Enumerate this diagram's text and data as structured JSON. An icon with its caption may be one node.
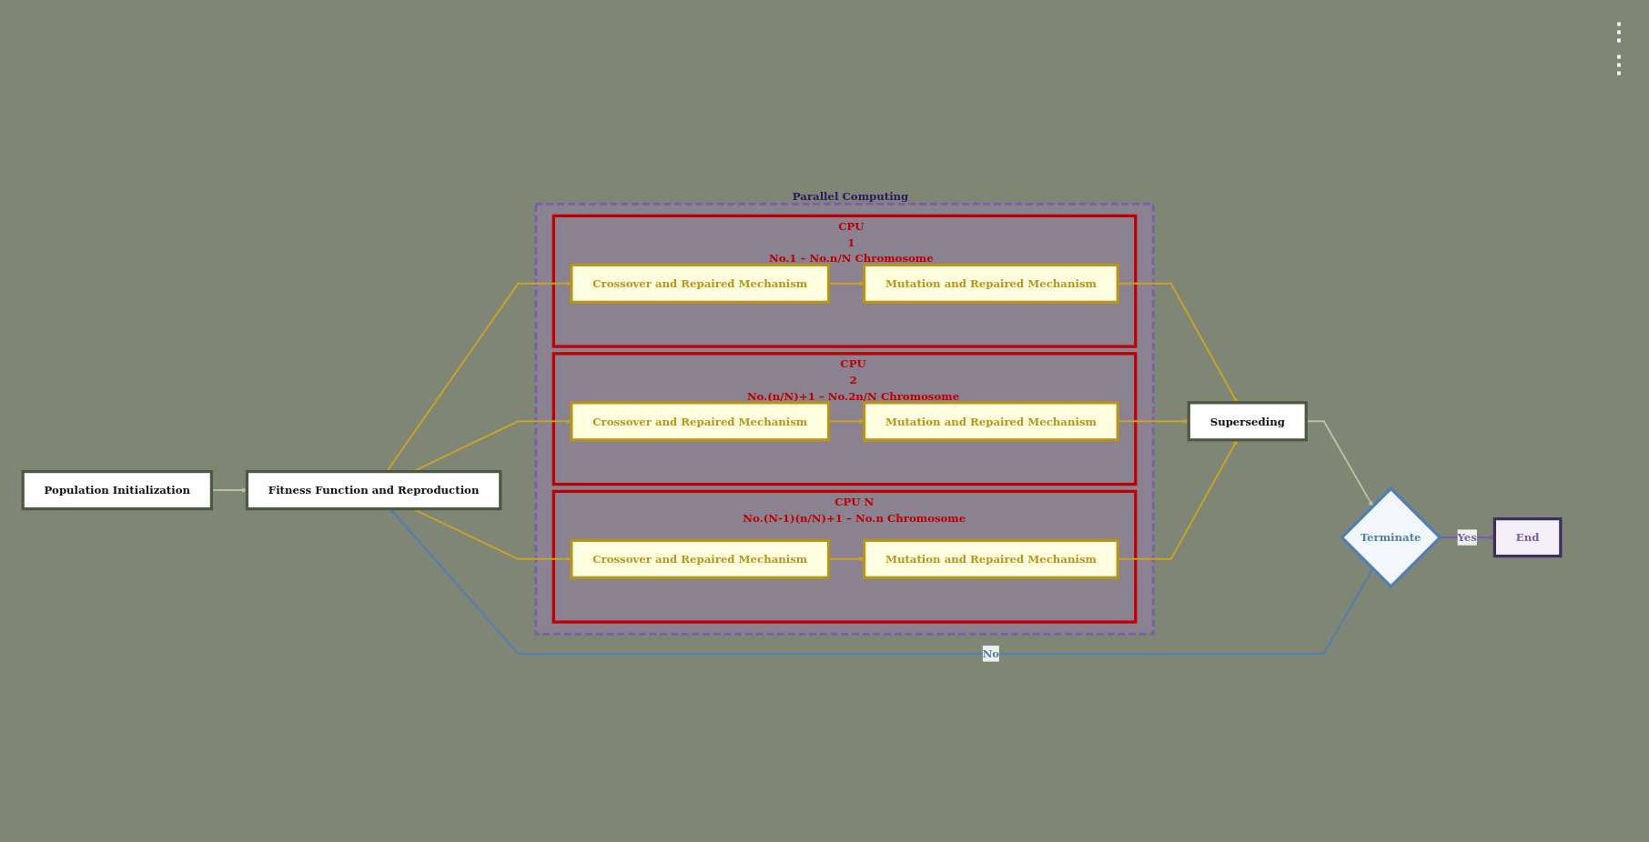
{
  "diagram": {
    "nodes": [
      {
        "text": [
          "Population Initialization"
        ]
      },
      {
        "text": [
          "Fitness Function and Reproduction"
        ]
      },
      {
        "text": [
          "Parallel Computing"
        ]
      },
      {
        "text": [
          "CPU",
          "1",
          "No.1 – No.n/N Chromosome"
        ],
        "in": 2
      },
      {
        "text": [
          "Crossover and Repaired Mechanism"
        ],
        "in": 3
      },
      {
        "text": [
          "Mutation and Repaired Mechanism"
        ],
        "in": 3
      },
      {
        "text": [
          "CPU",
          "2",
          "No.(n/N)+1 – No.2n/N Chromosome"
        ],
        "in": 2
      },
      {
        "text": [
          "Crossover and Repaired Mechanism"
        ],
        "in": 6
      },
      {
        "text": [
          "Mutation and Repaired Mechanism"
        ],
        "in": 6
      },
      {
        "text": [
          "CPU N",
          "No.(N-1)(n/N)+1 – No.n Chromosome"
        ],
        "in": 2
      },
      {
        "text": [
          "Crossover and Repaired Mechanism"
        ],
        "in": 9
      },
      {
        "text": [
          "Mutation and Repaired Mechanism"
        ],
        "in": 9
      },
      {
        "text": [
          "End"
        ]
      },
      {
        "text": [
          "Superseding"
        ]
      },
      {
        "text": [
          "Terminate"
        ]
      }
    ],
    "edges": [
      {
        "from": 0,
        "to": 1,
        "arrow": "to",
        "color": "#b5c49a"
      },
      {
        "from": 1,
        "to": 4,
        "arrow": "to"
      },
      {
        "from": 1,
        "to": 7,
        "arrow": "to"
      },
      {
        "from": 1,
        "to": 10,
        "arrow": "to"
      },
      {
        "from": 4,
        "to": 5,
        "arrow": "to"
      },
      {
        "from": 7,
        "to": 8,
        "arrow": "to"
      },
      {
        "from": 10,
        "to": 11,
        "arrow": "to"
      },
      {
        "from": 5,
        "to": 13,
        "arrow": "to"
      },
      {
        "from": 8,
        "to": 13,
        "arrow": "to"
      },
      {
        "from": 11,
        "to": 13,
        "arrow": "to"
      },
      {
        "from": 13,
        "to": 14,
        "arrow": "to",
        "color": "#b5c49a"
      },
      {
        "from": 14,
        "to": 12,
        "arrow": "to",
        "label": "Yes",
        "color": "#7b5cb0"
      },
      {
        "from": 14,
        "to": 1,
        "arrow": "to",
        "label": "No",
        "color": "#4f7fb5"
      }
    ],
    "labels": [
      "⋮",
      "⋮"
    ]
  }
}
